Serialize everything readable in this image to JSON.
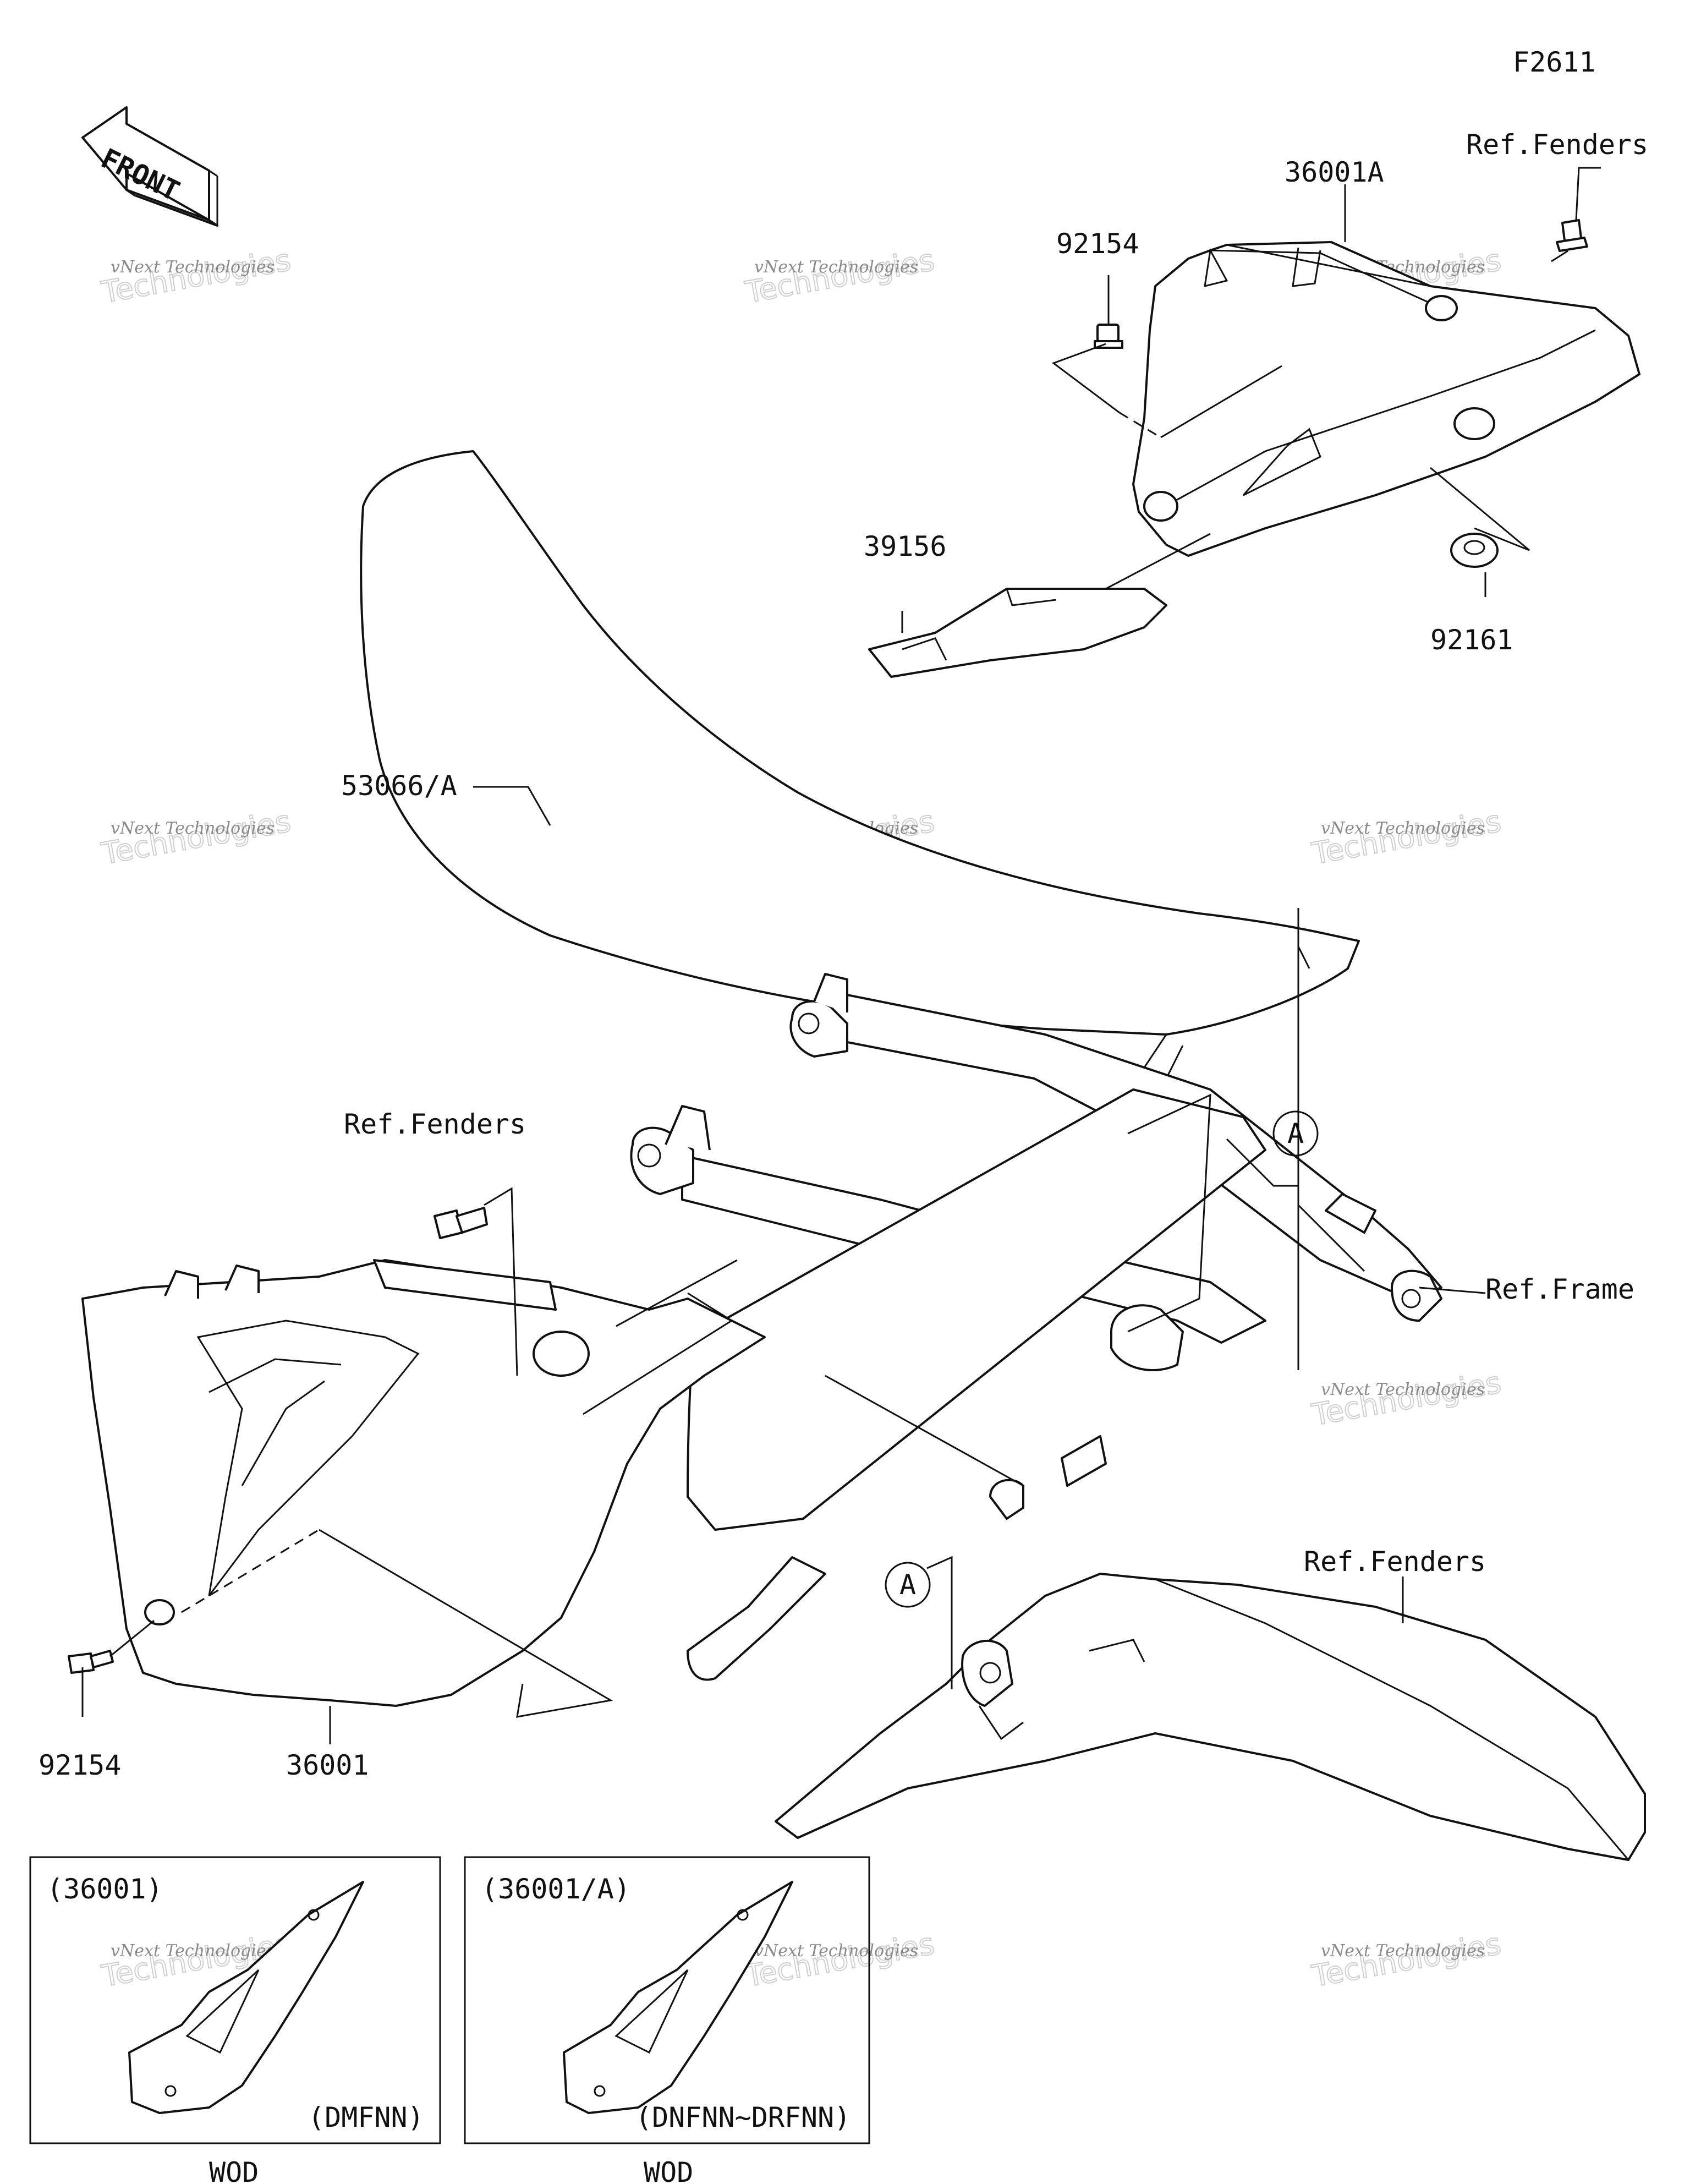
{
  "figure_code": "F2611",
  "front_arrow_text": "FRONT",
  "watermark": {
    "line1": "vNext Technologies",
    "line2": "Technologies"
  },
  "labels": {
    "p36001A": "36001A",
    "ref_fenders_top": "Ref.Fenders",
    "p92154_top": "92154",
    "p39156": "39156",
    "p92161": "92161",
    "p53066A": "53066/A",
    "ref_fenders_mid": "Ref.Fenders",
    "ref_frame": "Ref.Frame",
    "ref_fenders_bottom": "Ref.Fenders",
    "p92154_bottom": "92154",
    "p36001": "36001",
    "circle_a_upper": "A",
    "circle_a_lower": "A"
  },
  "insets": [
    {
      "part": "(36001)",
      "variant": "(DMFNN)",
      "caption": "WOD"
    },
    {
      "part": "(36001/A)",
      "variant": "(DNFNN~DRFNN)",
      "caption": "WOD"
    }
  ]
}
